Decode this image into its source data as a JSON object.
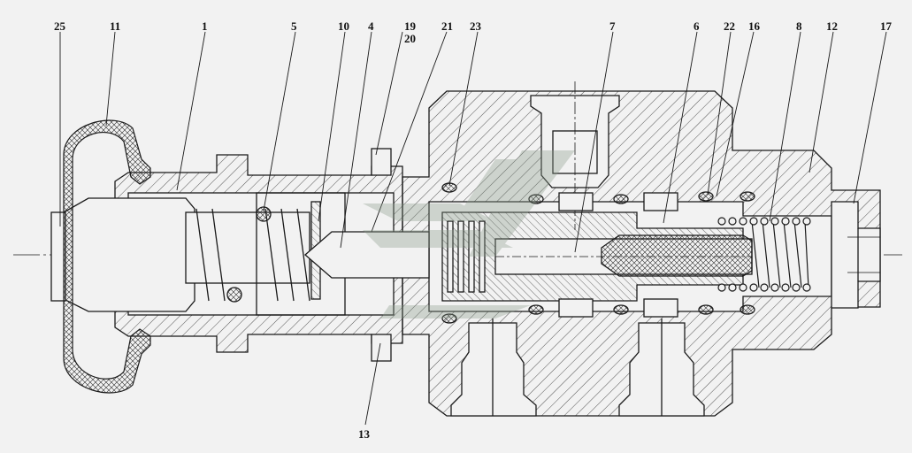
{
  "diagram": {
    "callouts": [
      {
        "id": "c25",
        "text": "25"
      },
      {
        "id": "c11",
        "text": "11"
      },
      {
        "id": "c1",
        "text": "1"
      },
      {
        "id": "c5",
        "text": "5"
      },
      {
        "id": "c10",
        "text": "10"
      },
      {
        "id": "c4",
        "text": "4"
      },
      {
        "id": "c19",
        "text": "19"
      },
      {
        "id": "c20",
        "text": "20"
      },
      {
        "id": "c21",
        "text": "21"
      },
      {
        "id": "c23",
        "text": "23"
      },
      {
        "id": "c7",
        "text": "7"
      },
      {
        "id": "c6",
        "text": "6"
      },
      {
        "id": "c22",
        "text": "22"
      },
      {
        "id": "c16",
        "text": "16"
      },
      {
        "id": "c8",
        "text": "8"
      },
      {
        "id": "c12",
        "text": "12"
      },
      {
        "id": "c17",
        "text": "17"
      },
      {
        "id": "c13",
        "text": "13"
      }
    ],
    "colors": {
      "line": "#1a1a1a",
      "background": "#f2f2f2",
      "hatch": "#2a2a2a",
      "watermark": "#8a9a8a"
    },
    "watermark_icon": "stylized-emblem-watermark"
  }
}
